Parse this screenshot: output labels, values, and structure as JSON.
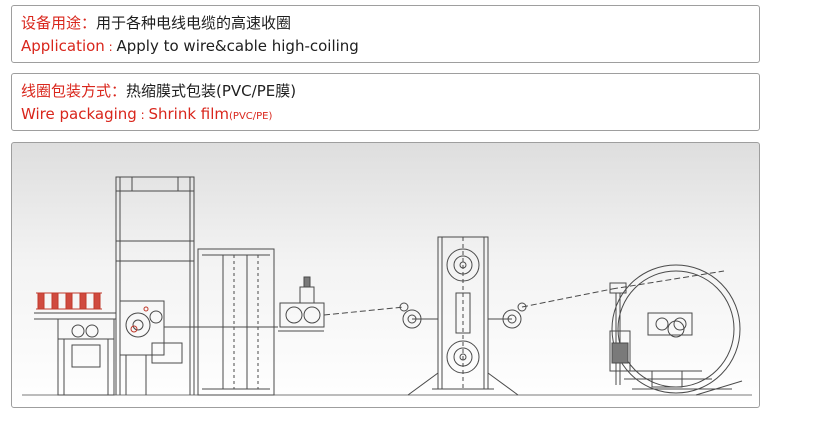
{
  "application": {
    "cn_label": "设备用途：",
    "cn_value": "用于各种电线电缆的高速收圈",
    "en_label": "Application",
    "en_sep": " : ",
    "en_value": "Apply to  wire&cable high-coiling"
  },
  "packaging": {
    "cn_label": "线圈包装方式：",
    "cn_value": "热缩膜式包装(PVC/PE膜)",
    "en_label": "Wire packaging",
    "en_sep": " : ",
    "en_value": "Shrink film",
    "en_suffix": "(PVC/PE)"
  },
  "colors": {
    "accent": "#d9261c",
    "border": "#9e9e9e",
    "drawing_line": "#4a4a4a"
  }
}
